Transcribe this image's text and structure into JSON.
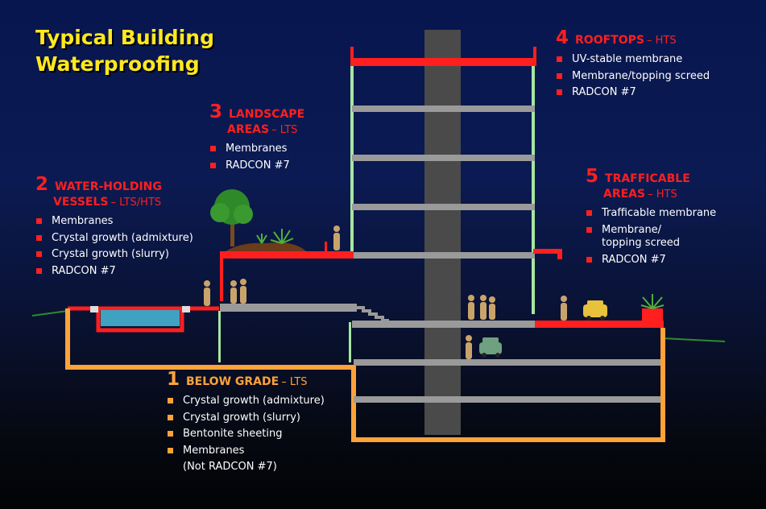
{
  "title": {
    "line1": "Typical Building",
    "line2": "Waterproofing"
  },
  "colors": {
    "red": "#ff1f1f",
    "orange": "#ffa23a",
    "gray_slab": "#9a9a9a",
    "column": "#4a4a4a",
    "light_green": "#a6e6a0",
    "pool": "#3fa2c0",
    "text": "#ffffff",
    "title": "#ffe81f"
  },
  "sections": {
    "below_grade": {
      "number": "1",
      "name": "BELOW GRADE",
      "suffix": "– LTS",
      "items": [
        "Crystal growth (admixture)",
        "Crystal growth (slurry)",
        "Bentonite sheeting",
        "Membranes",
        "(Not RADCON #7)"
      ]
    },
    "water_holding": {
      "number": "2",
      "name_line1": "WATER-HOLDING",
      "name_line2": "VESSELS",
      "suffix": "– LTS/HTS",
      "items": [
        "Membranes",
        "Crystal growth (admixture)",
        "Crystal growth (slurry)",
        "RADCON #7"
      ]
    },
    "landscape": {
      "number": "3",
      "name_line1": "LANDSCAPE",
      "name_line2": "AREAS",
      "suffix": "– LTS",
      "items": [
        "Membranes",
        "RADCON #7"
      ]
    },
    "rooftops": {
      "number": "4",
      "name": "ROOFTOPS",
      "suffix": "– HTS",
      "items": [
        "UV-stable membrane",
        "Membrane/topping screed",
        "RADCON #7"
      ]
    },
    "trafficable": {
      "number": "5",
      "name_line1": "TRAFFICABLE",
      "name_line2": "AREAS",
      "suffix": "– HTS",
      "items": [
        "Trafficable membrane",
        "Membrane/",
        "topping screed",
        "RADCON #7"
      ]
    }
  }
}
